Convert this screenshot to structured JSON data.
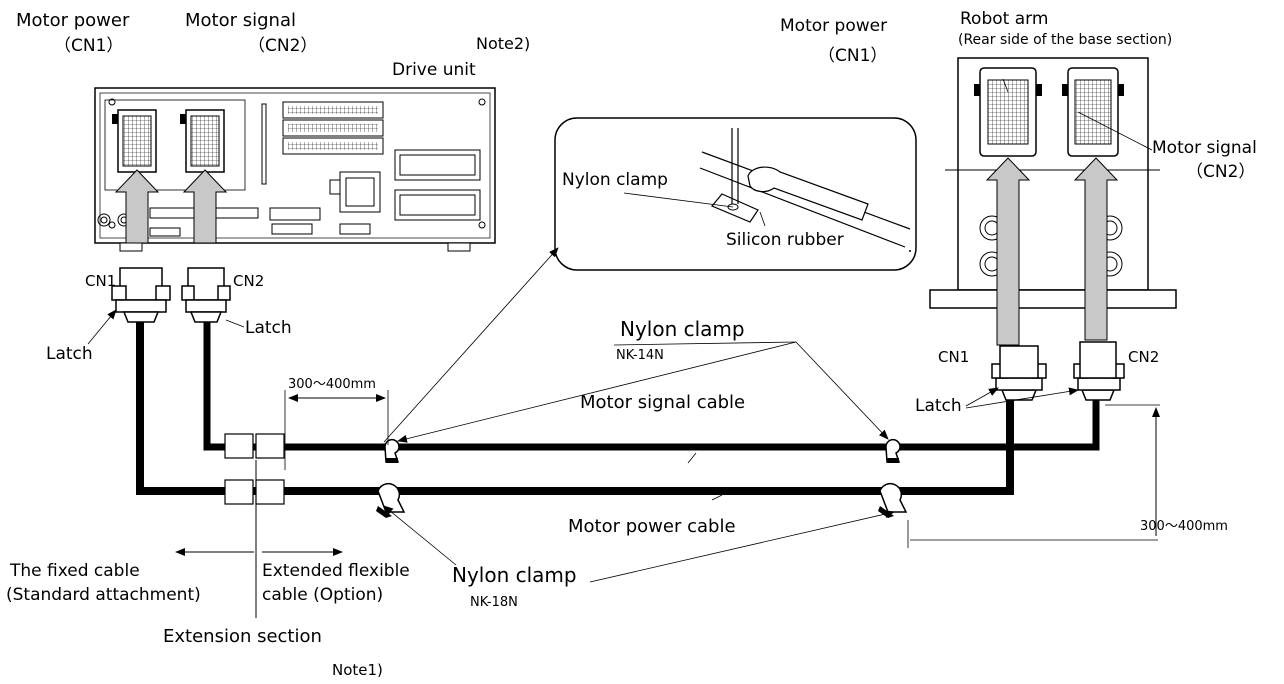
{
  "drive_unit": {
    "motor_power_label": "Motor power",
    "cn1_paren": "（CN1）",
    "motor_signal_label": "Motor signal",
    "cn2_paren": "（CN2）",
    "note2": "Note2)",
    "unit_label": "Drive unit",
    "cn1_tag": "CN1",
    "cn2_tag": "CN2",
    "latch_left": "Latch",
    "latch_right": "Latch"
  },
  "robot_arm": {
    "title": "Robot arm",
    "subtitle": "(Rear side of the base section)",
    "motor_power_label": "Motor power",
    "cn1_paren": "（CN1）",
    "motor_signal_label": "Motor signal",
    "cn2_paren": "（CN2）",
    "cn1_tag": "CN1",
    "cn2_tag": "CN2",
    "latch": "Latch"
  },
  "detail": {
    "nylon_clamp": "Nylon clamp",
    "silicon_rubber": "Silicon rubber"
  },
  "cables": {
    "signal_clamp_title": "Nylon clamp",
    "signal_clamp_part": "NK-14N",
    "signal_cable": "Motor signal cable",
    "power_cable": "Motor power cable",
    "power_clamp_title": "Nylon clamp",
    "power_clamp_part": "NK-18N",
    "dim_left": "300～400mm",
    "dim_right": "300～400mm"
  },
  "legend": {
    "fixed_cable_1": "The fixed cable",
    "fixed_cable_2": "(Standard attachment)",
    "flex_cable_1": "Extended flexible",
    "flex_cable_2": "cable (Option)",
    "extension_section": "Extension section",
    "note1": "Note1)"
  }
}
